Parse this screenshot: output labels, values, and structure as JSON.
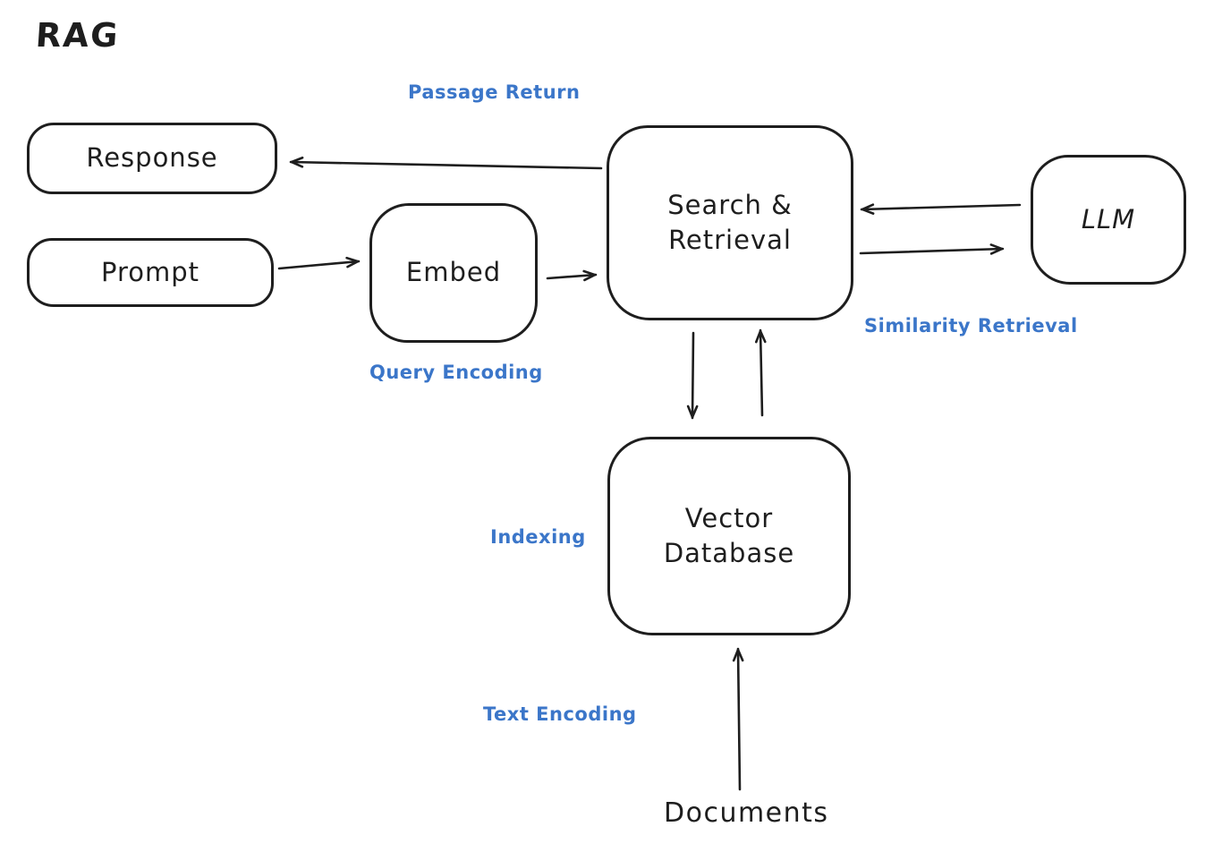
{
  "title": "RAG",
  "colors": {
    "stroke": "#1e1e1e",
    "label_blue": "#3b76c9",
    "background": "#ffffff"
  },
  "nodes": {
    "response": {
      "label": "Response"
    },
    "prompt": {
      "label": "Prompt"
    },
    "embed": {
      "label": "Embed"
    },
    "search_retrieval": {
      "label": "Search &\nRetrieval"
    },
    "llm": {
      "label": "LLM"
    },
    "vector_database": {
      "label": "Vector\nDatabase"
    }
  },
  "edge_labels": {
    "passage_return": "Passage Return",
    "query_encoding": "Query Encoding",
    "similarity_retrieval": "Similarity Retrieval",
    "indexing": "Indexing",
    "text_encoding": "Text Encoding"
  },
  "standalone_labels": {
    "documents": "Documents"
  },
  "edges": [
    {
      "from": "search_retrieval",
      "to": "response",
      "label": "Passage Return"
    },
    {
      "from": "prompt",
      "to": "embed",
      "label": ""
    },
    {
      "from": "embed",
      "to": "search_retrieval",
      "label": "Query Encoding"
    },
    {
      "from": "llm",
      "to": "search_retrieval",
      "label": "Similarity Retrieval"
    },
    {
      "from": "search_retrieval",
      "to": "llm",
      "label": ""
    },
    {
      "from": "search_retrieval",
      "to": "vector_database",
      "label": "Indexing"
    },
    {
      "from": "vector_database",
      "to": "search_retrieval",
      "label": ""
    },
    {
      "from": "documents",
      "to": "vector_database",
      "label": "Text Encoding"
    }
  ]
}
